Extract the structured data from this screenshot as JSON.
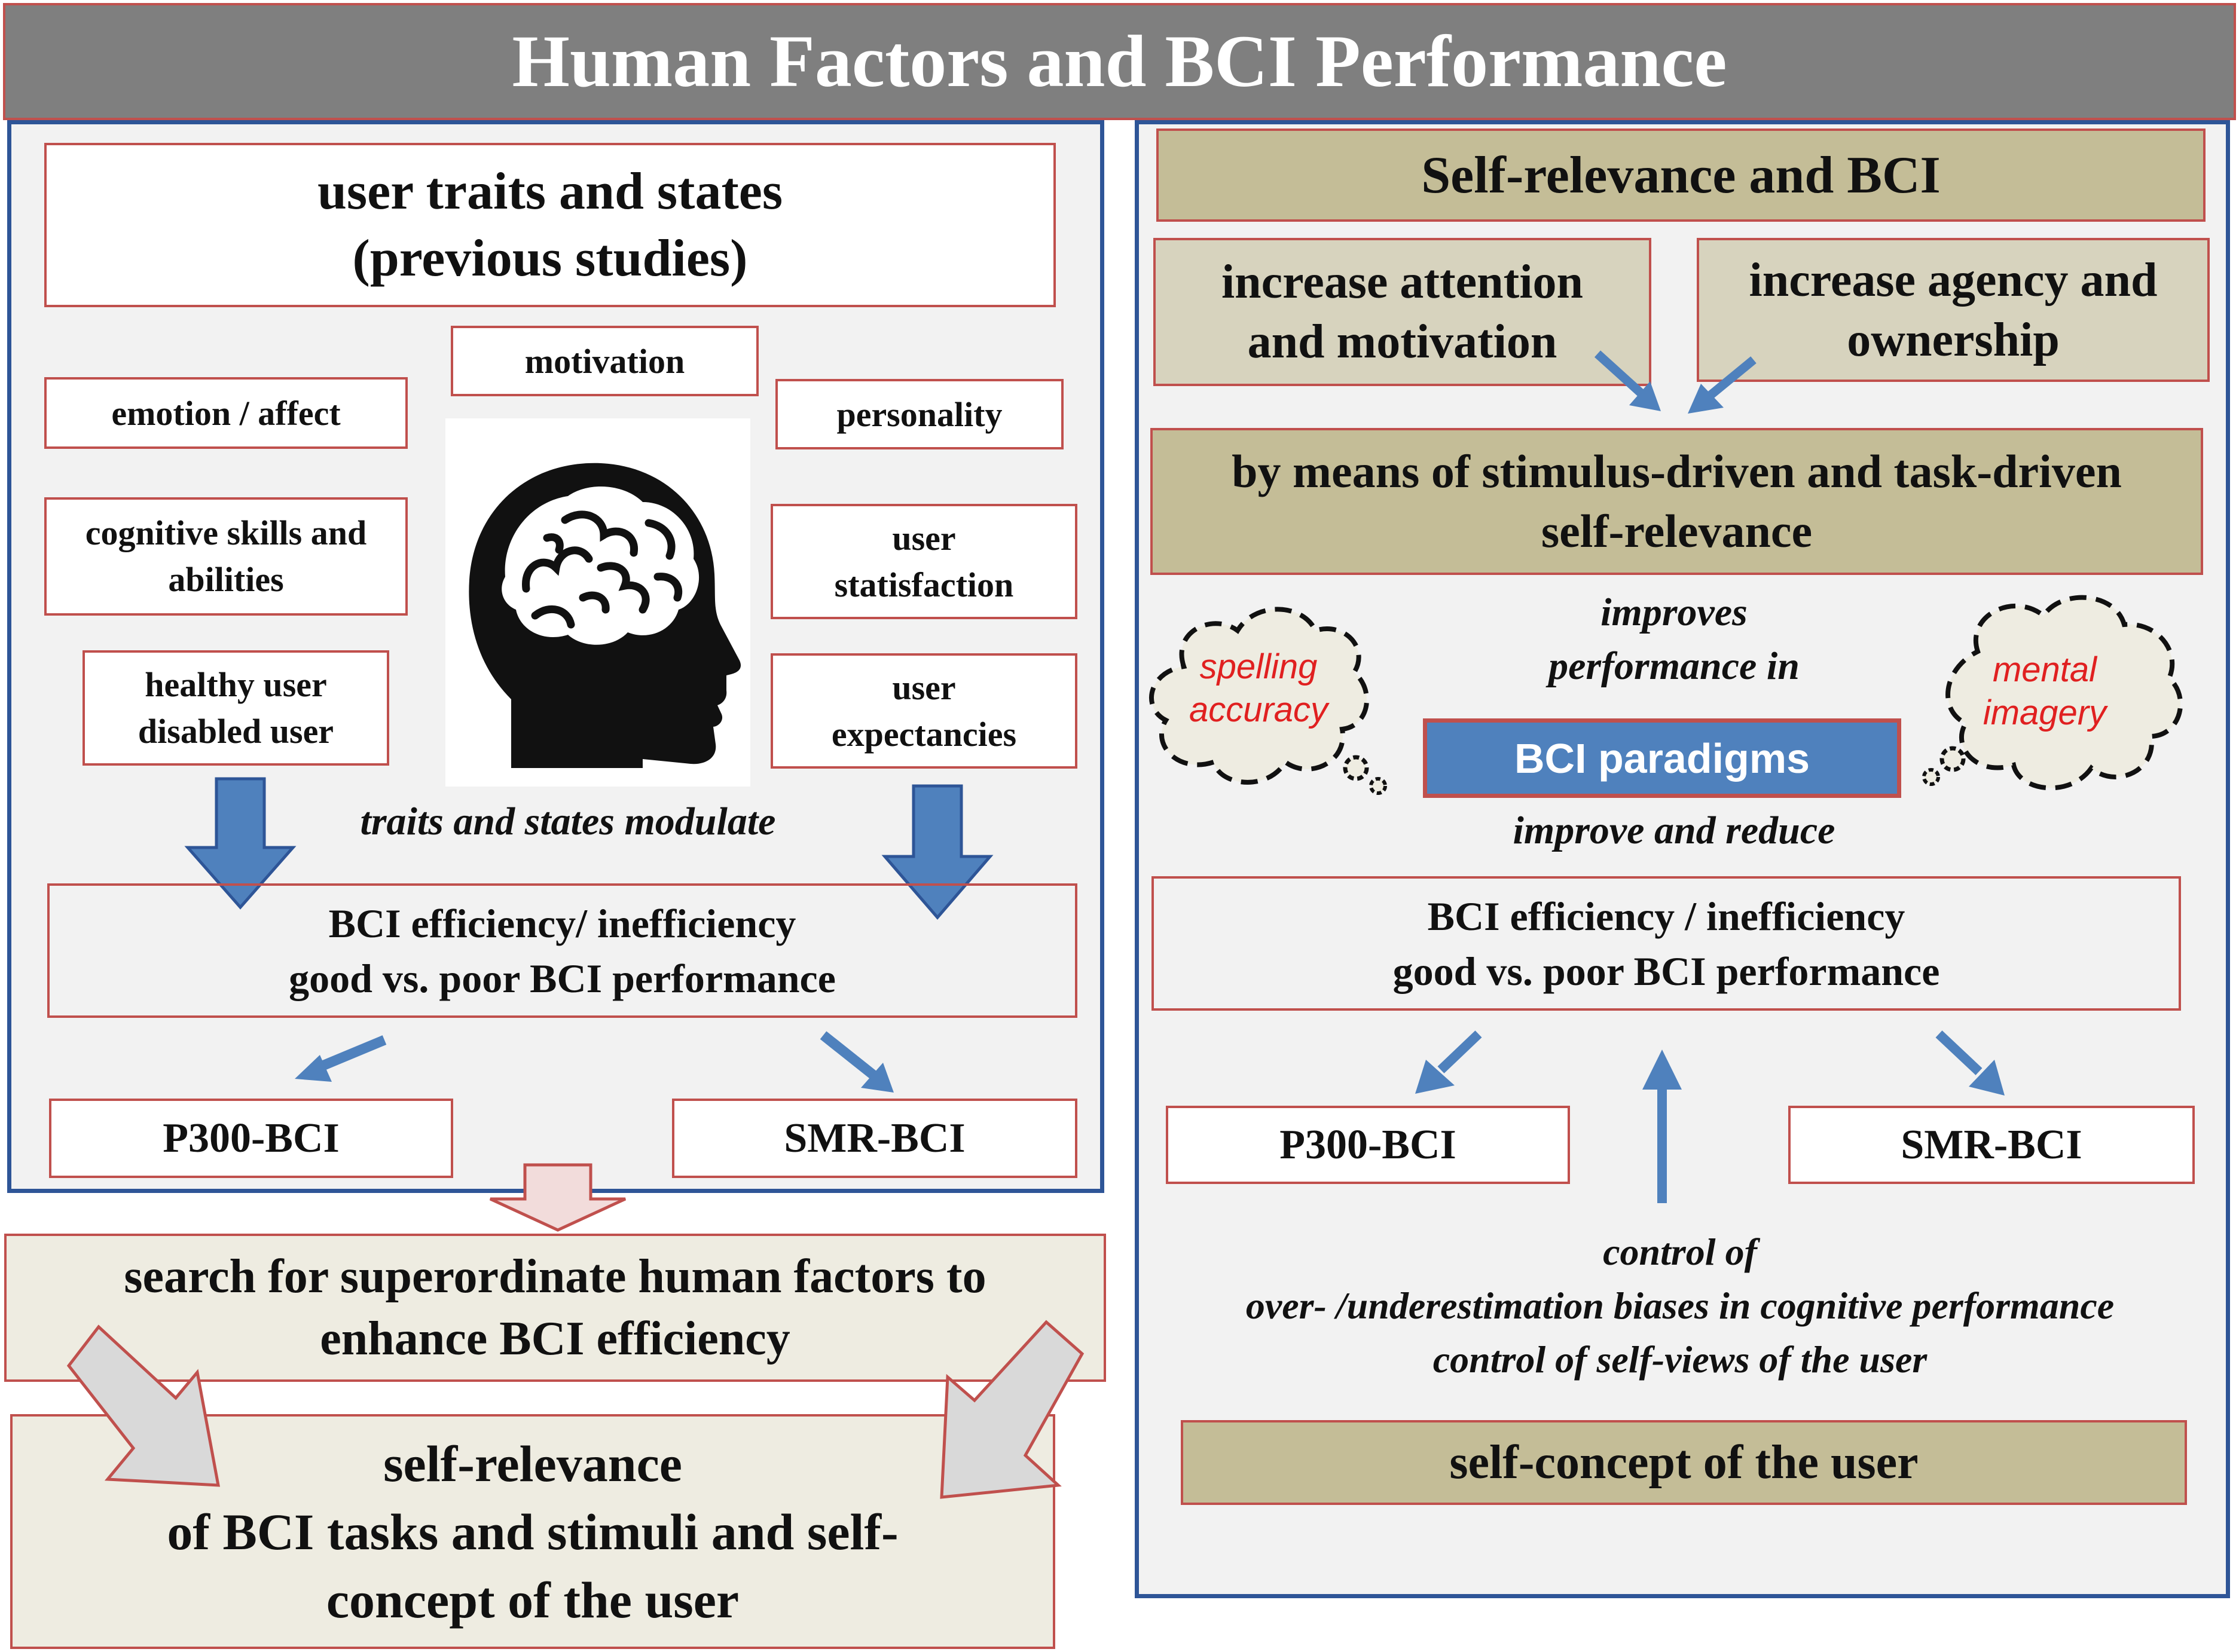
{
  "title": "Human Factors and BCI Performance",
  "left": {
    "header_line1": "user traits and states",
    "header_line2": "(previous studies)",
    "motivation": "motivation",
    "emotion": "emotion / affect",
    "personality": "personality",
    "cognitive": "cognitive skills and abilities",
    "user_satisfaction": "user statisfaction",
    "healthy_disabled_line1": "healthy user",
    "healthy_disabled_line2": "disabled user",
    "user_expectancies": "user expectancies",
    "modulate": "traits and states modulate",
    "efficiency_line1": "BCI efficiency/ inefficiency",
    "efficiency_line2": "good vs. poor BCI performance",
    "p300": "P300-BCI",
    "smr": "SMR-BCI"
  },
  "bottom": {
    "search_line1": "search for superordinate human factors to",
    "search_line2": "enhance BCI efficiency",
    "selfrel_line1": "self-relevance",
    "selfrel_line2": "of BCI tasks and stimuli and self-",
    "selfrel_line3": "concept of the user"
  },
  "right": {
    "header": "Self-relevance and BCI",
    "attention_line1": "increase attention",
    "attention_line2": "and motivation",
    "agency_line1": "increase agency and",
    "agency_line2": "ownership",
    "means_line1": "by means of stimulus-driven and task-driven",
    "means_line2": "self-relevance",
    "improves_line1": "improves",
    "improves_line2": "performance in",
    "cloud_left_line1": "spelling",
    "cloud_left_line2": "accuracy",
    "cloud_right_line1": "mental",
    "cloud_right_line2": "imagery",
    "paradigms": "BCI paradigms",
    "improve_reduce": "improve and reduce",
    "efficiency_line1": "BCI efficiency / inefficiency",
    "efficiency_line2": "good vs. poor BCI performance",
    "p300": "P300-BCI",
    "smr": "SMR-BCI",
    "control_line1": "control of",
    "control_line2": "over- /underestimation biases in cognitive performance",
    "control_line3": "control of self-views of the user",
    "selfconcept": "self-concept of the user"
  },
  "colors": {
    "title_bg": "#7f7f7f",
    "panel_border": "#2e5597",
    "box_border": "#c0504d",
    "tan": "#c4bd97",
    "cream": "#eeece1",
    "arrow_blue": "#4f81bd",
    "paradigm_blue": "#4f81bd",
    "cloud_text": "#e02020"
  },
  "icons": [
    "head-brain-icon",
    "thought-cloud-icon"
  ]
}
